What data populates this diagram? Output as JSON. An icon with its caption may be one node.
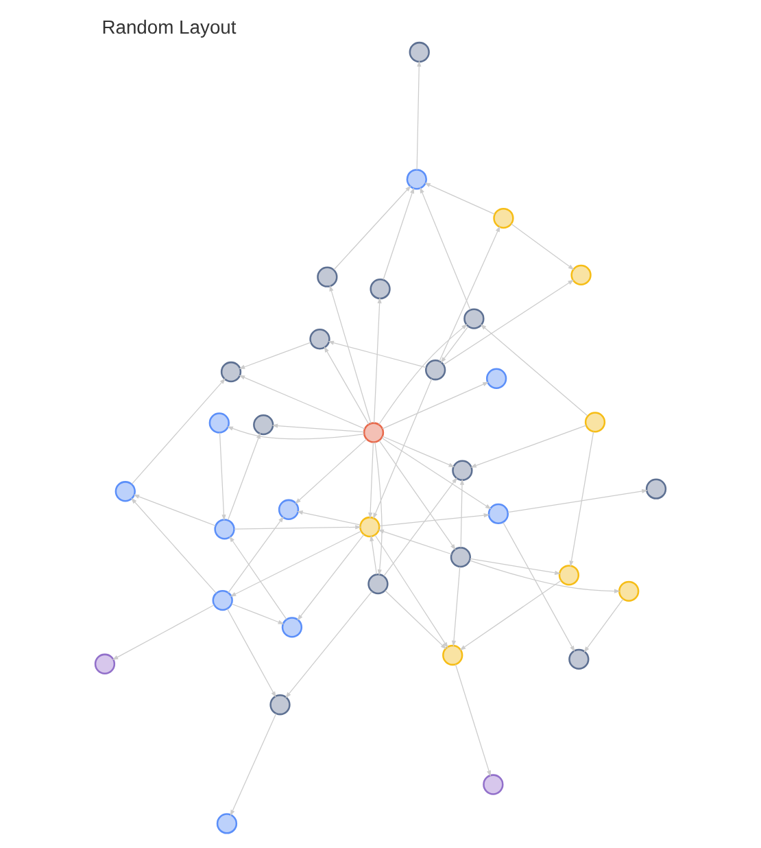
{
  "diagram": {
    "title": "Random Layout",
    "nodes": [
      {
        "text": [],
        "shape": "circle"
      },
      {
        "text": [],
        "shape": "circle"
      },
      {
        "text": [],
        "shape": "circle"
      },
      {
        "text": [],
        "shape": "circle"
      },
      {
        "text": [],
        "shape": "circle"
      },
      {
        "text": [],
        "shape": "circle"
      },
      {
        "text": [],
        "shape": "circle"
      },
      {
        "text": [],
        "shape": "circle"
      },
      {
        "text": [],
        "shape": "circle"
      },
      {
        "text": [],
        "shape": "circle"
      },
      {
        "text": [],
        "shape": "circle"
      },
      {
        "text": [],
        "shape": "circle"
      },
      {
        "text": [],
        "shape": "circle"
      },
      {
        "text": [],
        "shape": "circle"
      },
      {
        "text": [],
        "shape": "circle"
      },
      {
        "text": [],
        "shape": "circle"
      },
      {
        "text": [],
        "shape": "circle"
      },
      {
        "text": [],
        "shape": "circle"
      },
      {
        "text": [],
        "shape": "circle"
      },
      {
        "text": [],
        "shape": "circle"
      },
      {
        "text": [],
        "shape": "circle"
      },
      {
        "text": [],
        "shape": "circle"
      },
      {
        "text": [],
        "shape": "circle"
      },
      {
        "text": [],
        "shape": "circle"
      },
      {
        "text": [],
        "shape": "circle"
      },
      {
        "text": [],
        "shape": "circle"
      },
      {
        "text": [],
        "shape": "circle"
      },
      {
        "text": [],
        "shape": "circle"
      },
      {
        "text": [],
        "shape": "circle"
      },
      {
        "text": [],
        "shape": "circle"
      },
      {
        "text": [],
        "shape": "circle"
      },
      {
        "text": [],
        "shape": "circle"
      },
      {
        "text": [],
        "shape": "circle"
      },
      {
        "text": [],
        "shape": "circle"
      }
    ],
    "edges": [
      {
        "from": 3,
        "to": 1,
        "arrow": "to"
      },
      {
        "from": 3,
        "to": 4,
        "arrow": "to"
      },
      {
        "from": 3,
        "to": 6,
        "arrow": "to"
      },
      {
        "from": 3,
        "to": 5,
        "arrow": "to"
      },
      {
        "from": 3,
        "to": 11,
        "arrow": "to"
      },
      {
        "from": 3,
        "to": 12,
        "arrow": "to"
      },
      {
        "from": 3,
        "to": 13,
        "arrow": "to"
      },
      {
        "from": 3,
        "to": 17,
        "arrow": "to"
      },
      {
        "from": 3,
        "to": 18,
        "arrow": "to"
      },
      {
        "from": 3,
        "to": 22,
        "arrow": "to"
      },
      {
        "from": 3,
        "to": 21,
        "arrow": "to"
      },
      {
        "from": 3,
        "to": 32,
        "arrow": "to"
      },
      {
        "from": 3,
        "to": 30,
        "arrow": "to"
      },
      {
        "from": 3,
        "to": 28,
        "arrow": "to"
      },
      {
        "from": 4,
        "to": 2,
        "arrow": "to"
      },
      {
        "from": 4,
        "to": 6,
        "arrow": "to"
      },
      {
        "from": 4,
        "to": 7,
        "arrow": "to"
      },
      {
        "from": 4,
        "to": 24,
        "arrow": "to"
      },
      {
        "from": 4,
        "to": 17,
        "arrow": "to"
      },
      {
        "from": 0,
        "to": 5,
        "arrow": "to"
      },
      {
        "from": 0,
        "to": 14,
        "arrow": "to"
      },
      {
        "from": 0,
        "to": 10,
        "arrow": "to"
      },
      {
        "from": 0,
        "to": 26,
        "arrow": "to"
      },
      {
        "from": 0,
        "to": 19,
        "arrow": "to"
      },
      {
        "from": 8,
        "to": 6,
        "arrow": "to"
      },
      {
        "from": 8,
        "to": 11,
        "arrow": "to"
      },
      {
        "from": 10,
        "to": 16,
        "arrow": "to"
      },
      {
        "from": 17,
        "to": 0,
        "arrow": "to"
      },
      {
        "from": 17,
        "to": 10,
        "arrow": "to"
      },
      {
        "from": 17,
        "to": 12,
        "arrow": "to"
      },
      {
        "from": 17,
        "to": 5,
        "arrow": "to"
      },
      {
        "from": 17,
        "to": 24,
        "arrow": "to"
      },
      {
        "from": 11,
        "to": 9,
        "arrow": "to"
      },
      {
        "from": 11,
        "to": 20,
        "arrow": "to"
      },
      {
        "from": 16,
        "to": 17,
        "arrow": "to"
      },
      {
        "from": 16,
        "to": 14,
        "arrow": "to"
      },
      {
        "from": 20,
        "to": 17,
        "arrow": "to"
      },
      {
        "from": 20,
        "to": 23,
        "arrow": "to"
      },
      {
        "from": 20,
        "to": 27,
        "arrow": "to"
      },
      {
        "from": 20,
        "to": 21,
        "arrow": "to"
      },
      {
        "from": 30,
        "to": 17,
        "arrow": "to"
      },
      {
        "from": 30,
        "to": 24,
        "arrow": "to"
      },
      {
        "from": 30,
        "to": 6,
        "arrow": "to"
      },
      {
        "from": 30,
        "to": 19,
        "arrow": "to"
      },
      {
        "from": 18,
        "to": 16,
        "arrow": "to"
      },
      {
        "from": 19,
        "to": 25,
        "arrow": "to"
      },
      {
        "from": 22,
        "to": 9,
        "arrow": "to"
      },
      {
        "from": 27,
        "to": 23,
        "arrow": "to"
      },
      {
        "from": 27,
        "to": 9,
        "arrow": "to"
      },
      {
        "from": 2,
        "to": 24,
        "arrow": "to"
      },
      {
        "from": 12,
        "to": 29,
        "arrow": "to"
      },
      {
        "from": 16,
        "to": 28,
        "arrow": "to"
      },
      {
        "from": 7,
        "to": 15,
        "arrow": "to"
      },
      {
        "from": 12,
        "to": 15,
        "arrow": "to"
      },
      {
        "from": 9,
        "to": 33,
        "arrow": "to"
      },
      {
        "from": 1,
        "to": 9,
        "arrow": "to"
      },
      {
        "from": 24,
        "to": 31,
        "arrow": "to"
      },
      {
        "from": 21,
        "to": 32,
        "arrow": "to"
      },
      {
        "from": 14,
        "to": 32,
        "arrow": "to"
      },
      {
        "from": 8,
        "to": 2,
        "arrow": "to"
      }
    ]
  }
}
